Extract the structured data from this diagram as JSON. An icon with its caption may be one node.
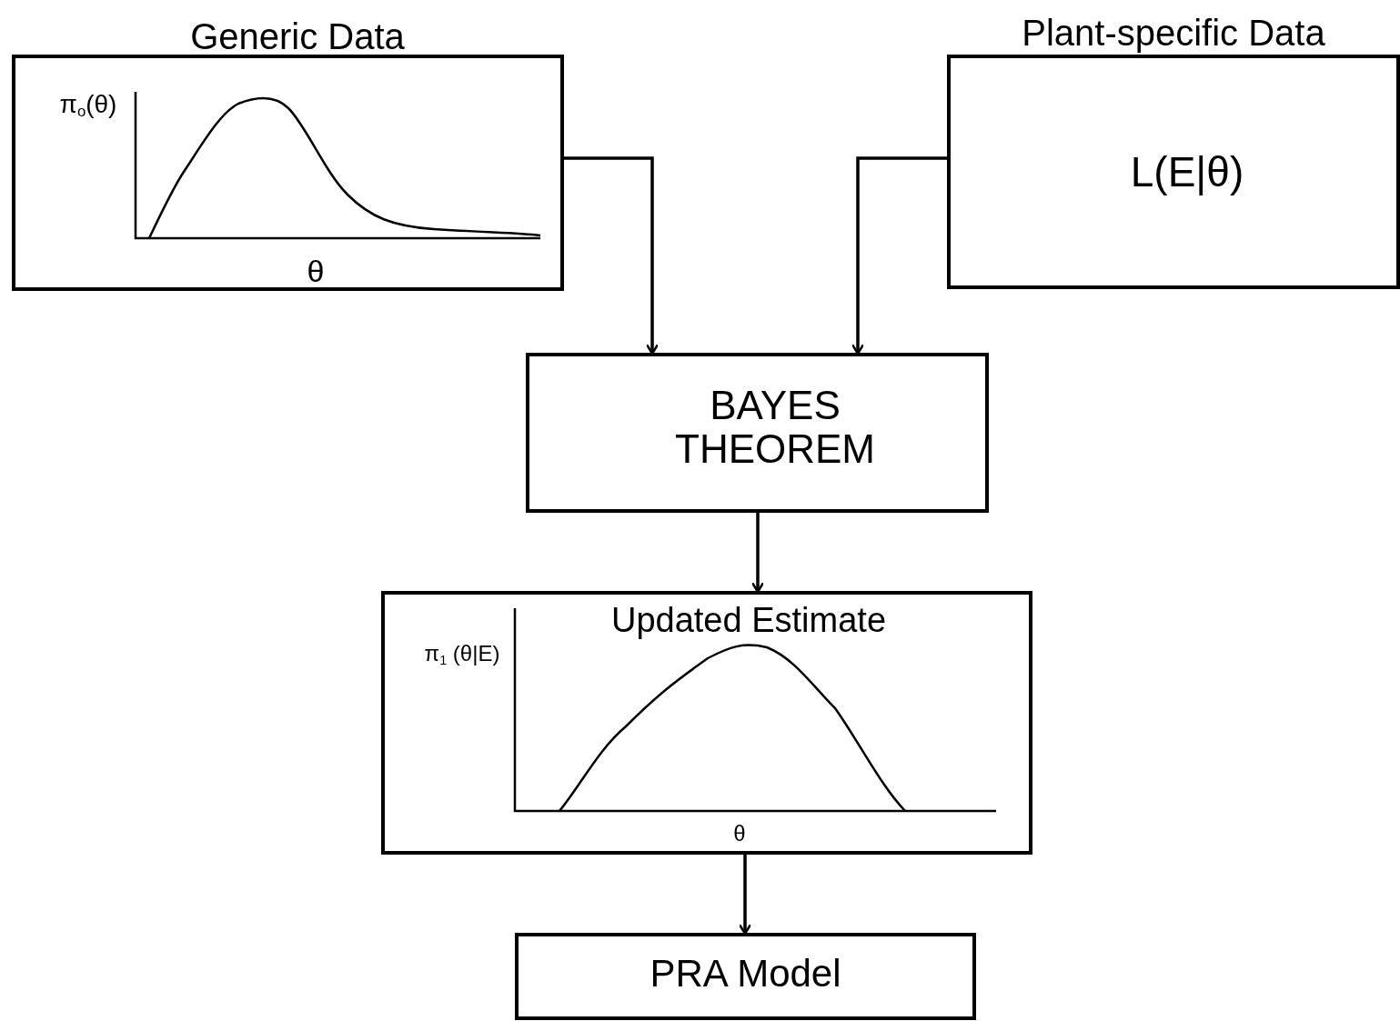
{
  "diagram": {
    "nodes": [
      {
        "text": [
          "Generic Data",
          "π$_{o}$(θ)",
          "θ"
        ]
      },
      {
        "text": [
          "Plant-specific Data",
          "L(E|θ)"
        ]
      },
      {
        "text": [
          "BAYES THEOREM"
        ]
      },
      {
        "text": [
          "Updated Estimate",
          "π$_{1}$ (θ|E)",
          "θ"
        ]
      },
      {
        "text": [
          "PRA Model"
        ]
      }
    ],
    "edges": [
      {
        "from": 0,
        "to": 2,
        "arrow": "to"
      },
      {
        "from": 1,
        "to": 2,
        "arrow": "to"
      },
      {
        "from": 2,
        "to": 3,
        "arrow": "to"
      },
      {
        "from": 3,
        "to": 4,
        "arrow": "to"
      }
    ]
  }
}
